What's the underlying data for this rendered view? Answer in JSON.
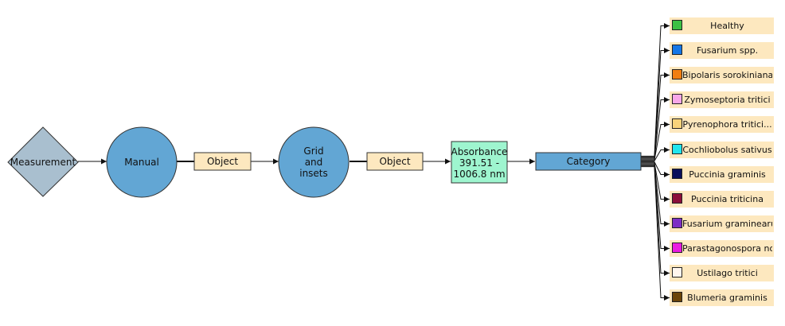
{
  "nodes": {
    "measurement": {
      "label": "Measurement",
      "color": "#a9bfcf"
    },
    "manual": {
      "label": "Manual",
      "color": "#62a6d4"
    },
    "object1": {
      "label": "Object",
      "color": "#fde8bf"
    },
    "grid": {
      "line1": "Grid",
      "line2": "and",
      "line3": "insets",
      "color": "#62a6d4"
    },
    "object2": {
      "label": "Object",
      "color": "#fde8bf"
    },
    "absorbance": {
      "line1": "Absorbance",
      "line2": "391.51 -",
      "line3": "1006.8 nm",
      "color": "#9ef5cf"
    },
    "category": {
      "label": "Category",
      "color": "#62a6d4"
    }
  },
  "classes": [
    {
      "label": "Healthy",
      "color": "#3cc043"
    },
    {
      "label": "Fusarium spp.",
      "color": "#1677e6"
    },
    {
      "label": "Bipolaris sorokiniana",
      "color": "#f07e10"
    },
    {
      "label": "Zymoseptoria tritici",
      "color": "#f8a7e8"
    },
    {
      "label": "Pyrenophora tritici...",
      "color": "#f9d37a"
    },
    {
      "label": "Cochliobolus sativus",
      "color": "#22e6ee"
    },
    {
      "label": "Puccinia graminis",
      "color": "#0b0f5a"
    },
    {
      "label": "Puccinia triticina",
      "color": "#8c0f3a"
    },
    {
      "label": "Fusarium graminearum",
      "color": "#7d2ec4"
    },
    {
      "label": "Parastagonospora no...",
      "color": "#ea1be0"
    },
    {
      "label": "Ustilago tritici",
      "color": "#fff6ee"
    },
    {
      "label": "Blumeria graminis",
      "color": "#6b4408"
    }
  ]
}
